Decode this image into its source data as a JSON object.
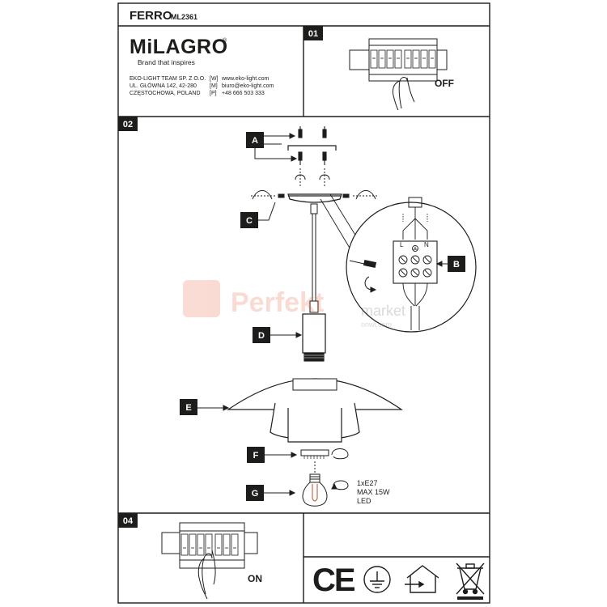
{
  "header": {
    "product": "FERRO",
    "model": "ML2361"
  },
  "brand": {
    "name": "MiLAGRO",
    "reg": "®",
    "tagline": "Brand that inspires"
  },
  "company": {
    "lines": [
      "EKO-LIGHT TEAM SP. Z O.O.",
      "UL. GŁÓWNA 142, 42-280",
      "CZĘSTOCHOWA, POLAND"
    ],
    "contacts": [
      {
        "key": "[W]",
        "value": "www.eko-light.com"
      },
      {
        "key": "[M]",
        "value": "biuro@eko-light.com"
      },
      {
        "key": "[P]",
        "value": "+48 666 503 333"
      }
    ]
  },
  "steps": {
    "s01": {
      "num": "01",
      "state": "OFF"
    },
    "s02": {
      "num": "02"
    },
    "s04": {
      "num": "04",
      "state": "ON"
    }
  },
  "parts": {
    "a": "A",
    "b": "B",
    "c": "C",
    "d": "D",
    "e": "E",
    "f": "F",
    "g": "G"
  },
  "terminals": {
    "l": "L",
    "n": "N"
  },
  "bulb": {
    "line1": "1xE27",
    "line2": "MAX 15W",
    "line3": "LED"
  },
  "watermark": {
    "main": "Perfekt",
    "sub": "market",
    "url": "onwi.com"
  },
  "certs": {
    "ce": "CE"
  }
}
